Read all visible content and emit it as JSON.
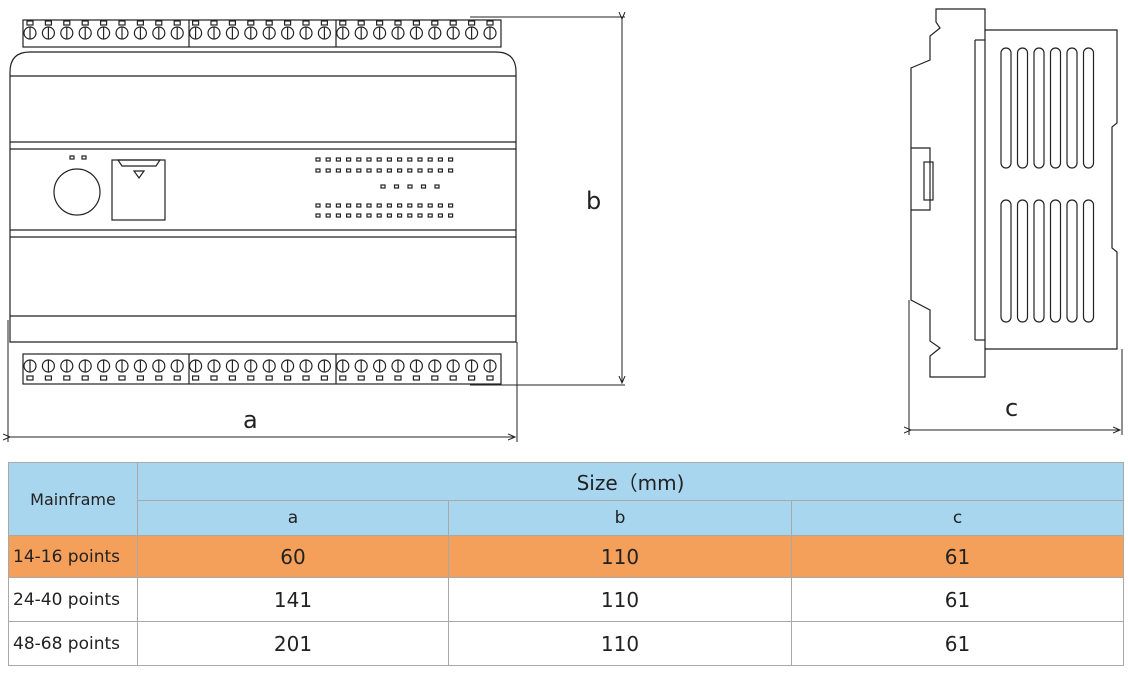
{
  "diagram": {
    "dimension_labels": {
      "a": "a",
      "b": "b",
      "c": "c"
    }
  },
  "table": {
    "mainframe_header": "Mainframe",
    "size_header": "Size（mm)",
    "columns": [
      "a",
      "b",
      "c"
    ],
    "highlight_color": "#f5a05a",
    "header_color": "#a8d6ef",
    "rows": [
      {
        "label": "14-16 points",
        "a": "60",
        "b": "110",
        "c": "61",
        "highlighted": true
      },
      {
        "label": "24-40 points",
        "a": "141",
        "b": "110",
        "c": "61",
        "highlighted": false
      },
      {
        "label": "48-68 points",
        "a": "201",
        "b": "110",
        "c": "61",
        "highlighted": false
      }
    ]
  }
}
